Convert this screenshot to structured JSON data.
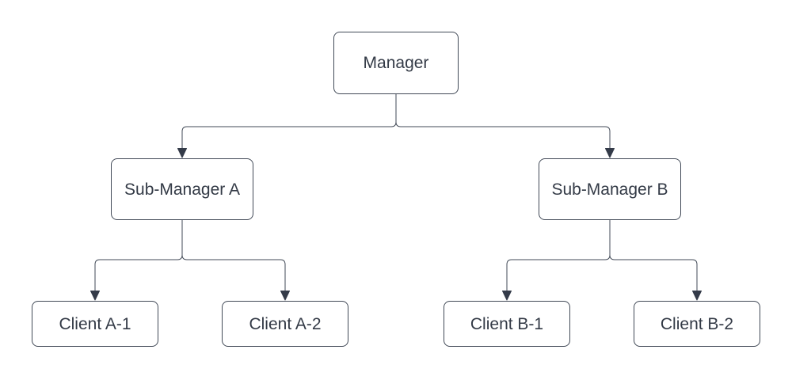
{
  "diagram": {
    "nodes": {
      "manager": {
        "label": "Manager"
      },
      "sub_manager_a": {
        "label": "Sub-Manager A"
      },
      "sub_manager_b": {
        "label": "Sub-Manager B"
      },
      "client_a1": {
        "label": "Client A-1"
      },
      "client_a2": {
        "label": "Client A-2"
      },
      "client_b1": {
        "label": "Client B-1"
      },
      "client_b2": {
        "label": "Client B-2"
      }
    },
    "edges": [
      {
        "from": "Manager",
        "to": "Sub-Manager A",
        "label": "Manager to Sub-Manager A"
      },
      {
        "from": "Manager",
        "to": "Sub-Manager B",
        "label": "Manager to Sub-Manager B"
      },
      {
        "from": "Sub-Manager A",
        "to": "Client A-1",
        "label": "Sub-Manager A to Client A-1"
      },
      {
        "from": "Sub-Manager A",
        "to": "Client A-2",
        "label": "Sub-Manager A to Client A-2"
      },
      {
        "from": "Sub-Manager B",
        "to": "Client B-1",
        "label": "Sub-Manager B to Client B-1"
      },
      {
        "from": "Sub-Manager B",
        "to": "Client B-2",
        "label": "Sub-Manager B to Client B-2"
      }
    ],
    "colors": {
      "background": "#ffffff",
      "node_fill": "#ffffff",
      "node_border": "#424a57",
      "connector": "#424a57",
      "arrow_fill": "#343b49",
      "text": "#333a46"
    }
  }
}
